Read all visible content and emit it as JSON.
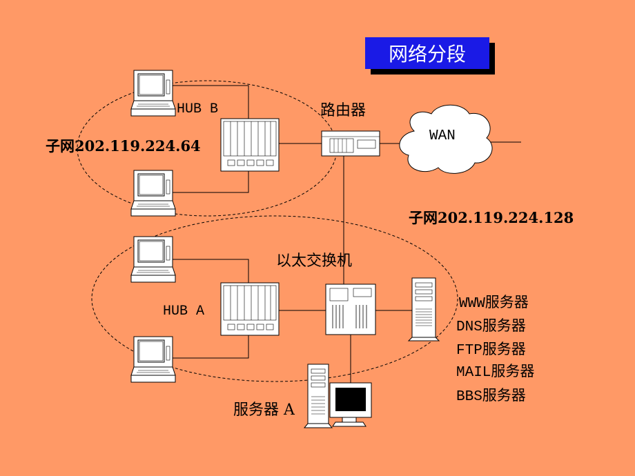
{
  "title": "网络分段",
  "devices": {
    "hub_b": "HUB B",
    "hub_a": "HUB A",
    "router": "路由器",
    "wan": "WAN",
    "switch": "以太交换机",
    "server_a": "服务器 A"
  },
  "subnets": {
    "top": "子网202.119.224.64",
    "bottom": "子网202.119.224.128"
  },
  "servers": [
    "WWW服务器",
    "DNS服务器",
    "FTP服务器",
    "MAIL服务器",
    "BBS服务器"
  ]
}
